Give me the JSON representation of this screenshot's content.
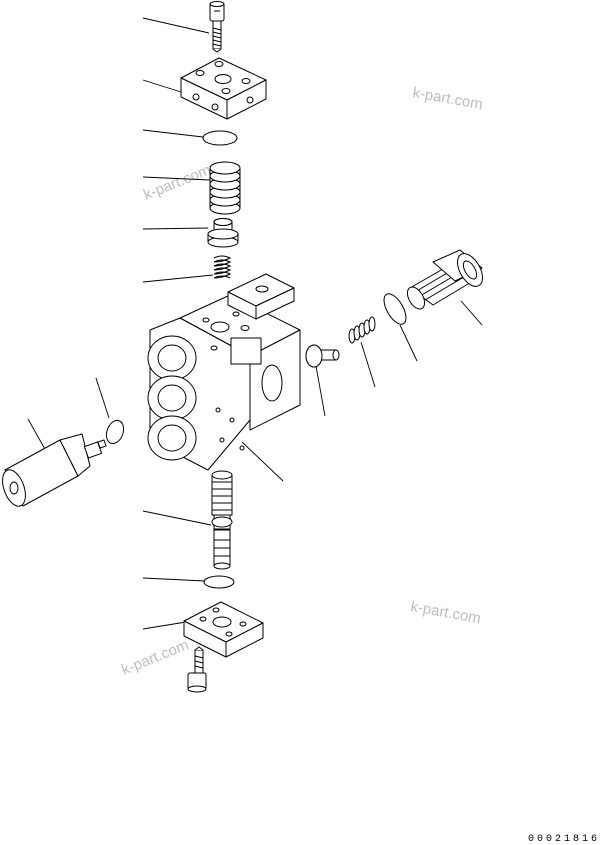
{
  "watermarks": [
    "k-part.com",
    "k-part.com",
    "k-part.com",
    "k-part.com"
  ],
  "figure_number": "00021816"
}
